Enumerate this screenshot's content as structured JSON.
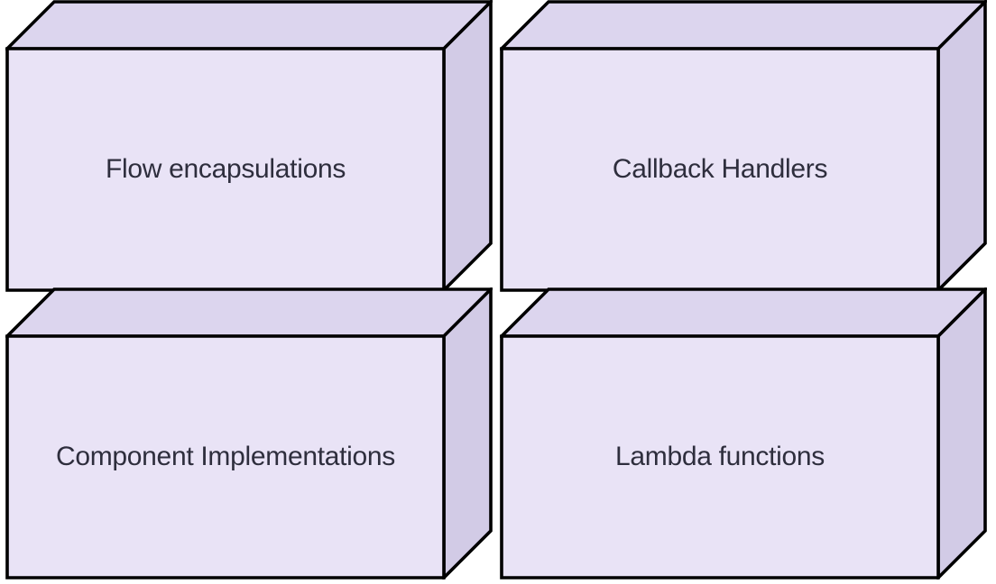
{
  "diagram_type": "3d-block-diagram",
  "style": {
    "background": "#ffffff",
    "stroke": "#000000",
    "front_fill": "#e9e3f6",
    "top_fill": "#dcd5ee",
    "side_fill": "#d2cbe6",
    "text_color": "#2e2e3d"
  },
  "nodes": [
    {
      "id": "flow-encapsulations",
      "label": "Flow encapsulations",
      "row": 0,
      "col": 0
    },
    {
      "id": "callback-handlers",
      "label": "Callback Handlers",
      "row": 0,
      "col": 1
    },
    {
      "id": "component-implementations",
      "label": "Component Implementations",
      "row": 1,
      "col": 0
    },
    {
      "id": "lambda-functions",
      "label": "Lambda functions",
      "row": 1,
      "col": 1
    }
  ]
}
